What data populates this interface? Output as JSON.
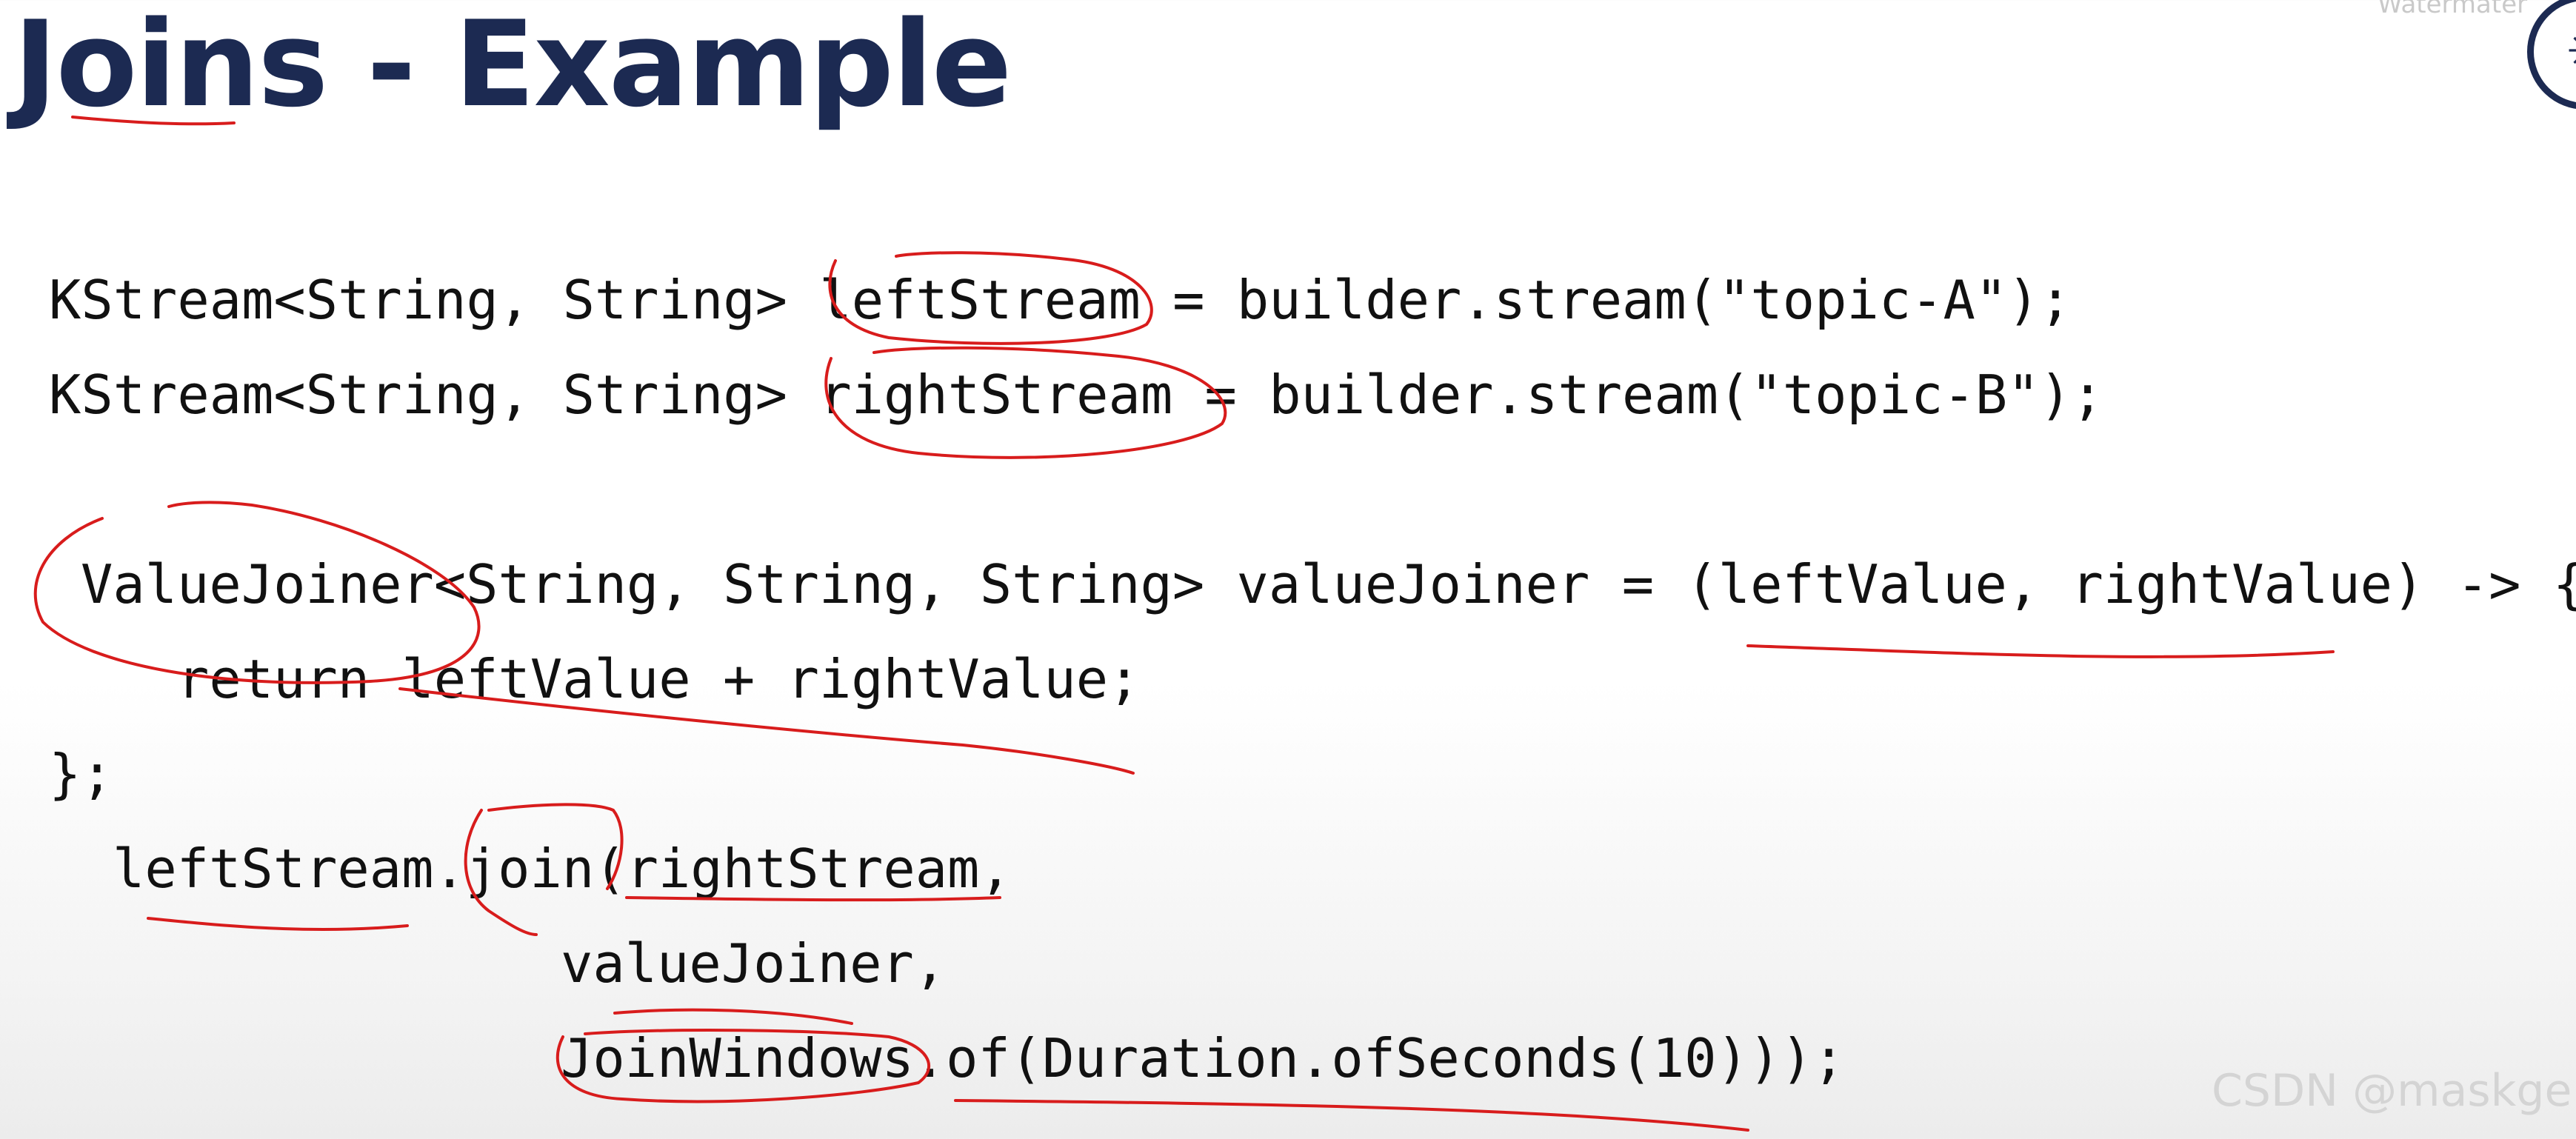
{
  "slide": {
    "title": "Joins - Example",
    "logo_icon": "spark-burst-logo-icon",
    "top_watermark": "Watermater"
  },
  "code": {
    "lines": [
      "KStream<String, String> leftStream = builder.stream(\"topic-A\");",
      "KStream<String, String> rightStream = builder.stream(\"topic-B\");",
      "ValueJoiner<String, String, String> valueJoiner = (leftValue, rightValue) -> {",
      "return leftValue + rightValue;",
      "};",
      "leftStream.join(rightStream,",
      "valueJoiner,",
      "JoinWindows.of(Duration.ofSeconds(10)));"
    ]
  },
  "annotations": {
    "color": "#d81c1c",
    "description_icon": "handwritten-red-pen-marks"
  },
  "watermark": {
    "text": "CSDN @maskge"
  },
  "colors": {
    "title": "#1c2a52",
    "code": "#111111",
    "watermark": "#d4d4d4"
  }
}
